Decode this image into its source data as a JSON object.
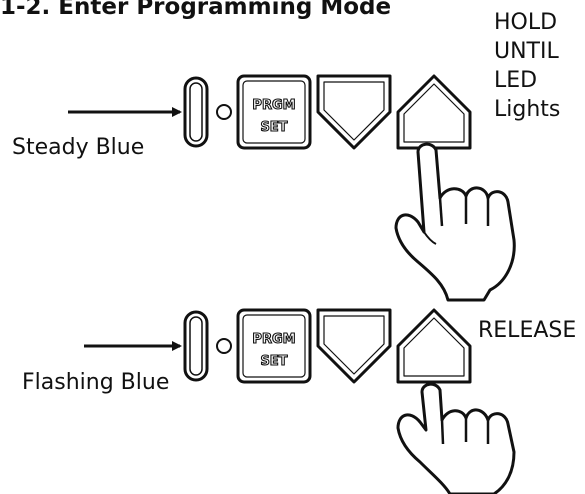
{
  "title": "1-2. Enter Programming Mode",
  "instructions": {
    "hold_lines": [
      "HOLD",
      "UNTIL",
      "LED",
      "Lights"
    ],
    "release": "RELEASE"
  },
  "indicators": {
    "steady": "Steady Blue",
    "flashing": "Flashing Blue"
  },
  "keypad": {
    "prgm_label": "PRGM",
    "set_label": "SET"
  },
  "icons": [
    "arrow-right-icon",
    "led-indicator-icon",
    "down-arrow-key-icon",
    "up-arrow-key-icon",
    "pressing-hand-icon"
  ],
  "colors": {
    "ink": "#111111",
    "background": "#ffffff"
  }
}
